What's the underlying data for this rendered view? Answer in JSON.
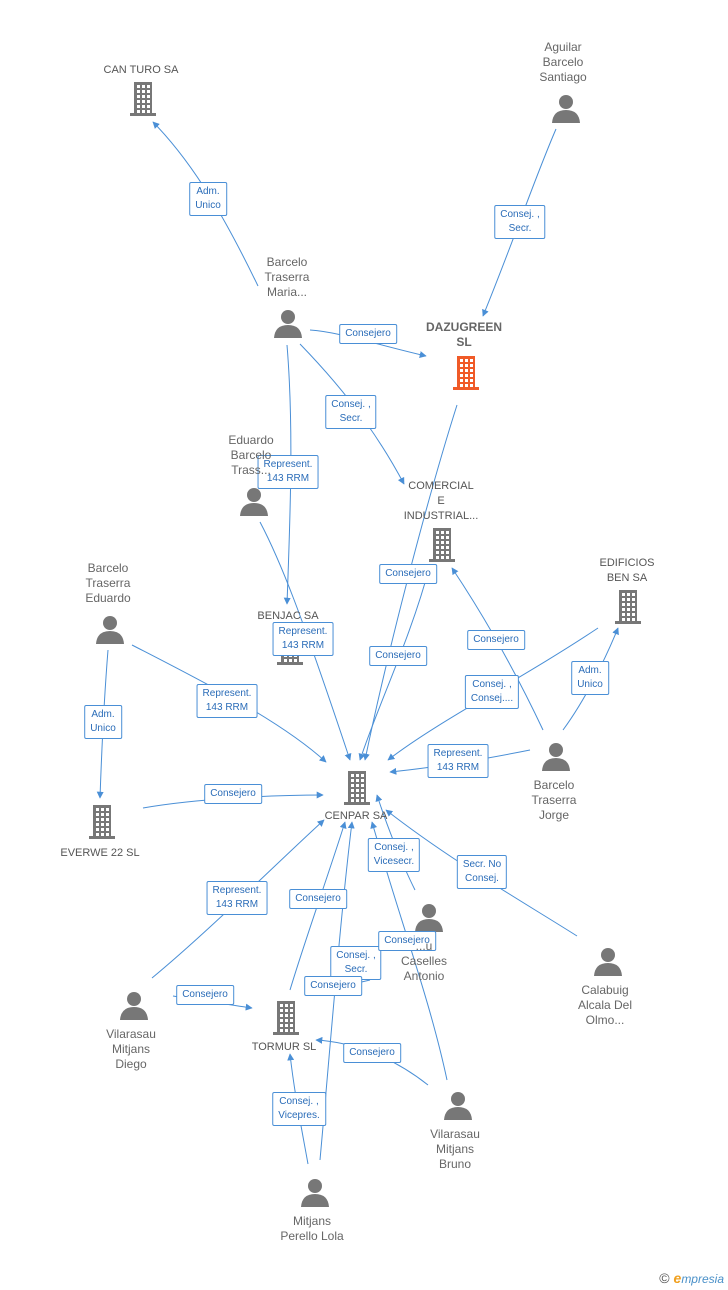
{
  "colors": {
    "edge": "#4a8fd6",
    "icon": "#777777",
    "highlight": "#f05a28"
  },
  "nodes": [
    {
      "id": "can_turo",
      "type": "company",
      "label": "CAN TURO SA",
      "icon": "building-icon"
    },
    {
      "id": "aguilar",
      "type": "person",
      "label": "Aguilar\nBarcelo\nSantiago",
      "icon": "person-icon"
    },
    {
      "id": "barcelo_maria",
      "type": "person",
      "label": "Barcelo\nTraserra\nMaria...",
      "icon": "person-icon"
    },
    {
      "id": "dazugreen",
      "type": "company",
      "highlight": true,
      "label": "DAZUGREEN\nSL",
      "icon": "building-icon"
    },
    {
      "id": "eduardo_bt",
      "type": "person",
      "label": "Eduardo\nBarcelo\nTrass...",
      "icon": "person-icon"
    },
    {
      "id": "comercial",
      "type": "company",
      "label": "COMERCIAL\nE\nINDUSTRIAL...",
      "icon": "building-icon"
    },
    {
      "id": "edificios",
      "type": "company",
      "label": "EDIFICIOS\nBEN SA",
      "icon": "building-icon"
    },
    {
      "id": "barcelo_eduardo",
      "type": "person",
      "label": "Barcelo\nTraserra\nEduardo",
      "icon": "person-icon"
    },
    {
      "id": "benjac",
      "type": "company",
      "label": "BENJAC SA",
      "icon": "building-icon"
    },
    {
      "id": "barcelo_jorge",
      "type": "person",
      "label": "Barcelo\nTraserra\nJorge",
      "icon": "person-icon"
    },
    {
      "id": "everwe",
      "type": "company",
      "label": "EVERWE 22  SL",
      "icon": "building-icon"
    },
    {
      "id": "cenpar",
      "type": "company",
      "label": "CENPAR SA",
      "icon": "building-icon"
    },
    {
      "id": "caselles",
      "type": "person",
      "label": "...u\nCaselles\nAntonio",
      "icon": "person-icon"
    },
    {
      "id": "calabuig",
      "type": "person",
      "label": "Calabuig\nAlcala Del\nOlmo...",
      "icon": "person-icon"
    },
    {
      "id": "vilarasau_diego",
      "type": "person",
      "label": "Vilarasau\nMitjans\nDiego",
      "icon": "person-icon"
    },
    {
      "id": "tormur",
      "type": "company",
      "label": "TORMUR SL",
      "icon": "building-icon"
    },
    {
      "id": "vilarasau_bruno",
      "type": "person",
      "label": "Vilarasau\nMitjans\nBruno",
      "icon": "person-icon"
    },
    {
      "id": "mitjans_lola",
      "type": "person",
      "label": "Mitjans\nPerello Lola",
      "icon": "person-icon"
    }
  ],
  "edges": [
    {
      "label": "Adm.\nUnico"
    },
    {
      "label": "Consej. ,\nSecr."
    },
    {
      "label": "Consejero"
    },
    {
      "label": "Consej. ,\nSecr."
    },
    {
      "label": "Represent.\n143 RRM"
    },
    {
      "label": "Consejero"
    },
    {
      "label": "Represent.\n143 RRM"
    },
    {
      "label": "Consejero"
    },
    {
      "label": "Consejero"
    },
    {
      "label": "Adm.\nUnico"
    },
    {
      "label": "Consej. ,\nConsej...."
    },
    {
      "label": "Represent.\n143 RRM"
    },
    {
      "label": "Represent.\n143 RRM"
    },
    {
      "label": "Adm.\nUnico"
    },
    {
      "label": "Consejero"
    },
    {
      "label": "Consej. ,\nVicesecr."
    },
    {
      "label": "Secr.  No\nConsej."
    },
    {
      "label": "Represent.\n143 RRM"
    },
    {
      "label": "Consejero"
    },
    {
      "label": "Consejero"
    },
    {
      "label": "Consej. ,\nSecr."
    },
    {
      "label": "Consejero"
    },
    {
      "label": "Consejero"
    },
    {
      "label": "Consejero"
    },
    {
      "label": "Consej. ,\nVicepres."
    }
  ],
  "watermark": {
    "copyright": "©",
    "brand_initial": "e",
    "brand_rest": "mpresia"
  }
}
